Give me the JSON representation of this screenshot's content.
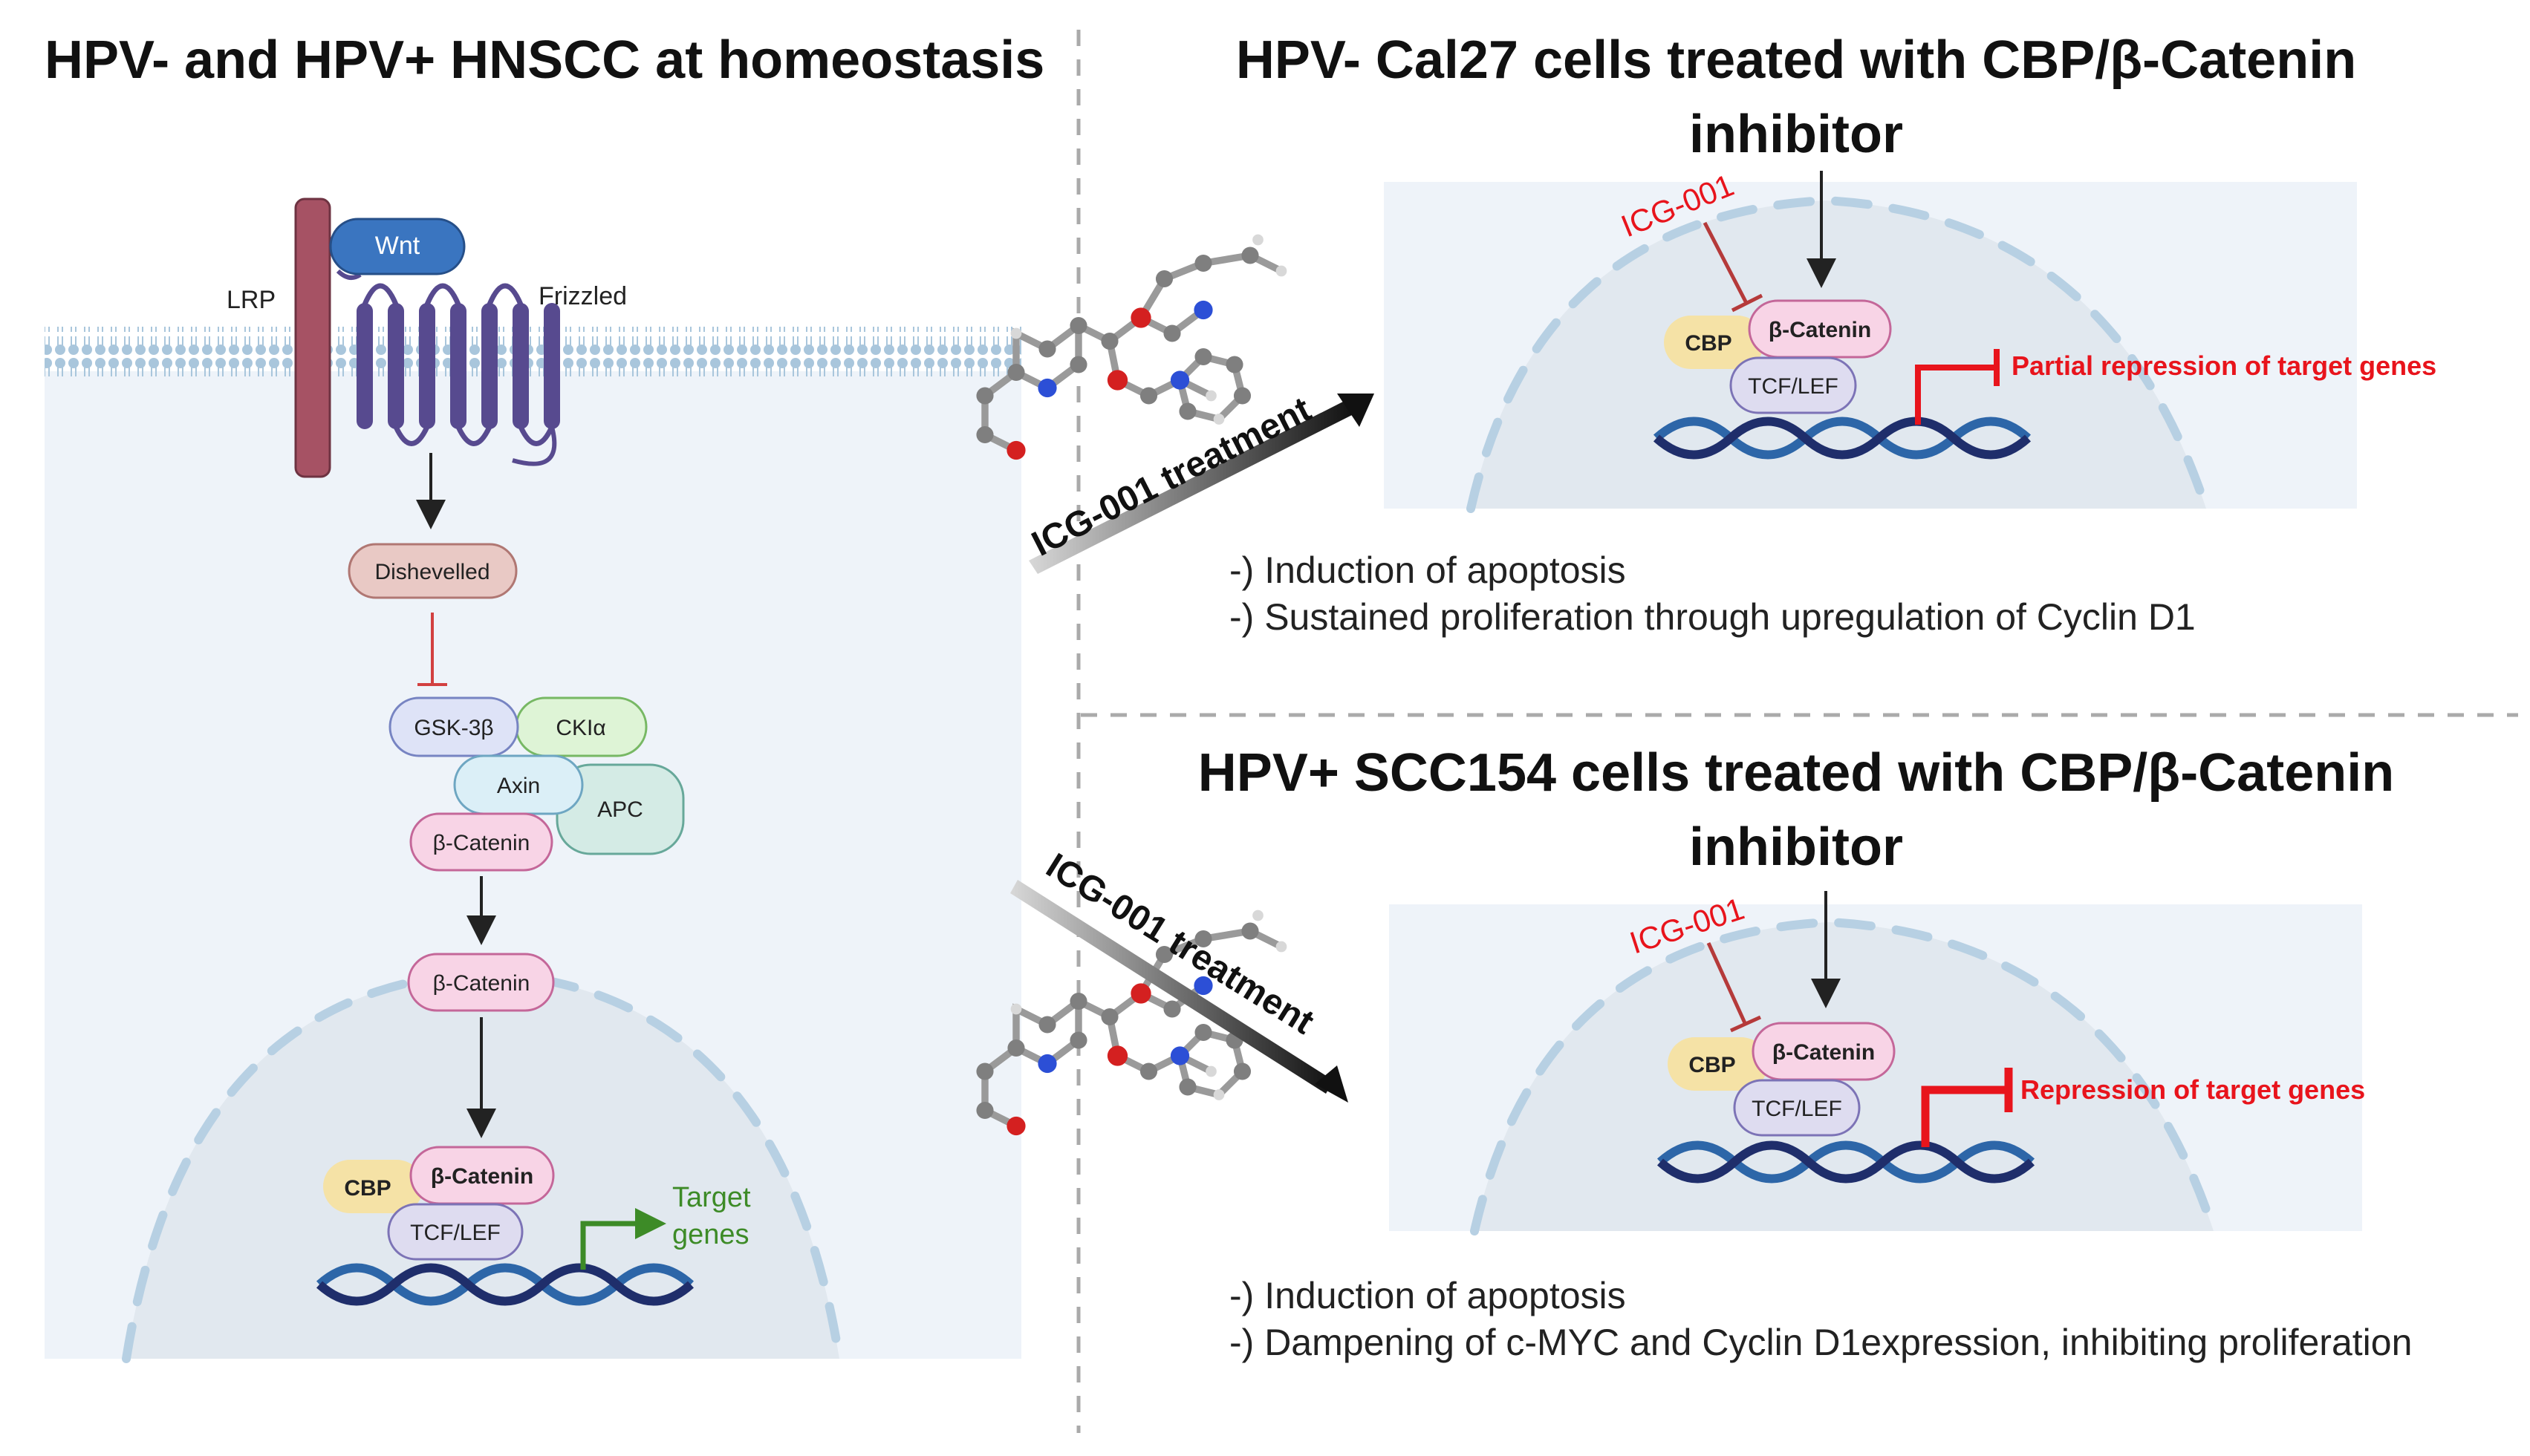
{
  "left_panel": {
    "title": "HPV- and HPV+ HNSCC at homeostasis",
    "labels": {
      "wnt": "Wnt",
      "lrp": "LRP",
      "frizzled": "Frizzled",
      "dishevelled": "Dishevelled",
      "gsk3b": "GSK-3β",
      "ckia": "CKIα",
      "axin": "Axin",
      "apc": "APC",
      "beta_catenin_complex": "β-Catenin",
      "beta_catenin_free": "β-Catenin",
      "cbp": "CBP",
      "beta_catenin_nucleus": "β-Catenin",
      "tcf_lef": "TCF/LEF",
      "target_genes_line1": "Target",
      "target_genes_line2": "genes"
    }
  },
  "top_right_panel": {
    "title_line1": "HPV- Cal27 cells treated with CBP/β-Catenin",
    "title_line2": "inhibitor",
    "drug_label": "ICG-001",
    "cbp": "CBP",
    "beta_catenin": "β-Catenin",
    "tcf_lef": "TCF/LEF",
    "repression_label": "Partial repression of target genes",
    "bullets": [
      "-) Induction of apoptosis",
      "-) Sustained proliferation through upregulation of Cyclin D1"
    ]
  },
  "bottom_right_panel": {
    "title_line1": "HPV+ SCC154 cells treated with CBP/β-Catenin",
    "title_line2": "inhibitor",
    "drug_label": "ICG-001",
    "cbp": "CBP",
    "beta_catenin": "β-Catenin",
    "tcf_lef": "TCF/LEF",
    "repression_label": "Repression of target genes",
    "bullets": [
      "-) Induction of apoptosis",
      "-) Dampening of c-MYC and Cyclin D1expression, inhibiting proliferation"
    ]
  },
  "treatment_arrows": {
    "top_label": "ICG-001 treatment",
    "bottom_label": "ICG-001 treatment"
  },
  "colors": {
    "membrane": "#a9c6dc",
    "frizzled": "#574a8f",
    "lrp": "#a65264",
    "wnt": "#3a75c0",
    "inhibit_red": "#e8141c",
    "activate_green": "#3d8b27",
    "cytoplasm": "#eef3f9",
    "nucleus": "#e1e8ef"
  }
}
